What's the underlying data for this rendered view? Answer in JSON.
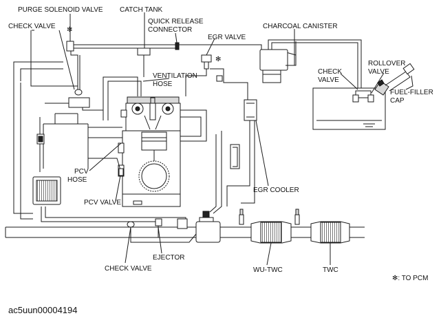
{
  "labels": {
    "purge_solenoid_valve": "PURGE SOLENOID VALVE",
    "catch_tank": "CATCH TANK",
    "quick_release_connector_1": "QUICK RELEASE",
    "quick_release_connector_2": "CONNECTOR",
    "check_valve_top_left": "CHECK VALVE",
    "egr_valve": "EGR VALVE",
    "charcoal_canister": "CHARCOAL CANISTER",
    "ventilation_hose_1": "VENTILATION",
    "ventilation_hose_2": "HOSE",
    "check_valve_tank_1": "CHECK",
    "check_valve_tank_2": "VALVE",
    "rollover_valve_1": "ROLLOVER",
    "rollover_valve_2": "VALVE",
    "fuel_filler_cap_1": "FUEL-FILLER",
    "fuel_filler_cap_2": "CAP",
    "pcv_hose_1": "PCV",
    "pcv_hose_2": "HOSE",
    "pcv_valve": "PCV VALVE",
    "egr_cooler": "EGR COOLER",
    "ejector": "EJECTOR",
    "check_valve_bottom": "CHECK VALVE",
    "wu_twc": "WU-TWC",
    "twc": "TWC",
    "to_pcm_note": "✻: TO PCM",
    "pcm_marker": "✻",
    "figure_code": "ac5uun00004194"
  },
  "colors": {
    "line": "#1a1a1a",
    "background": "#ffffff",
    "fill_gray": "#d8d8d8"
  }
}
